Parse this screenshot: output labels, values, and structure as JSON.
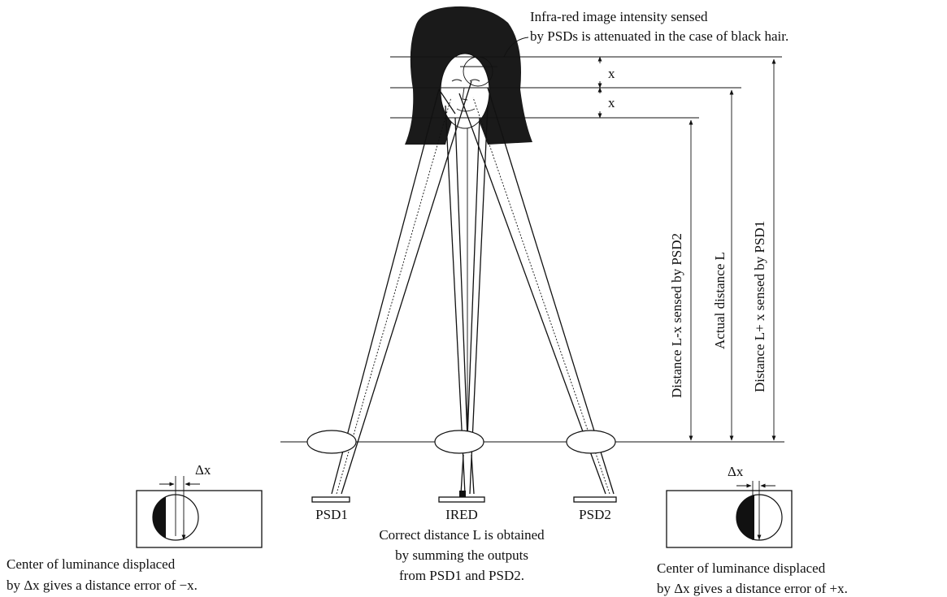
{
  "annotations": {
    "hair_note_line1": "Infra-red image intensity sensed",
    "hair_note_line2": "by PSDs is attenuated in the case of black hair.",
    "offset_upper": "x",
    "offset_lower": "x",
    "dist_psd2": "Distance L-x sensed by PSD2",
    "dist_actual": "Actual distance L",
    "dist_psd1": "Distance L+ x sensed by PSD1"
  },
  "components": {
    "psd1": "PSD1",
    "ired": "IRED",
    "psd2": "PSD2"
  },
  "center_caption": {
    "line1": "Correct distance L is obtained",
    "line2": "by summing the outputs",
    "line3": "from PSD1 and PSD2."
  },
  "left_detector": {
    "delta": "Δx",
    "caption_line1": "Center of luminance displaced",
    "caption_line2": "by Δx gives a distance error of −x."
  },
  "right_detector": {
    "delta": "Δx",
    "caption_line1": "Center of luminance displaced",
    "caption_line2": "by Δx gives a distance error of +x."
  }
}
